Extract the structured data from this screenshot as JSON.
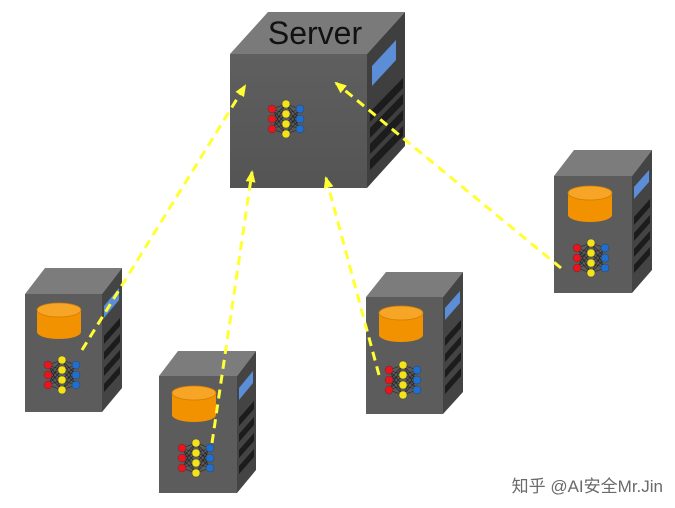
{
  "server": {
    "label": "Server"
  },
  "clients": [
    {
      "id": "client-1"
    },
    {
      "id": "client-2"
    },
    {
      "id": "client-3"
    },
    {
      "id": "client-4"
    }
  ],
  "watermark": "知乎 @AI安全Mr.Jin",
  "colors": {
    "server_front": "#595959",
    "server_top": "#7a7a7a",
    "server_side": "#3f3f3f",
    "client_front": "#5c5c5c",
    "client_top": "#7c7c7c",
    "client_side": "#444444",
    "side_stripe": "#1c1c1c",
    "screen": "#5b8ed6",
    "database": "#f39200",
    "arrow": "#ffff33",
    "node_red": "#e8141e",
    "node_yellow": "#f5e31a",
    "node_blue": "#1e6fd0",
    "watermark_text": "#666666"
  },
  "icons": {
    "server": "server-icon",
    "database": "database-icon",
    "neural_network": "neural-network-icon",
    "arrow": "dashed-arrow-icon"
  }
}
